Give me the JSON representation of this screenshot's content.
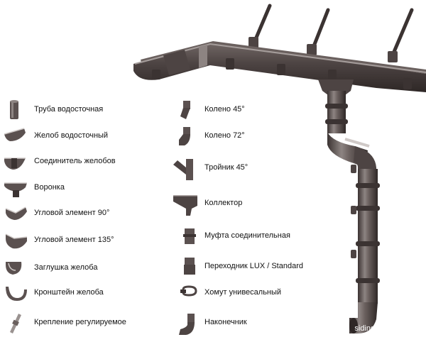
{
  "colors": {
    "pipe": "#5b5150",
    "pipe_dark": "#3b3332",
    "pipe_light": "#8d8482",
    "highlight": "#cfc9c7",
    "background": "#ffffff",
    "text": "#111111"
  },
  "legend_left": [
    {
      "icon": "downpipe-icon",
      "label": "Труба водосточная"
    },
    {
      "icon": "gutter-icon",
      "label": "Желоб водосточный"
    },
    {
      "icon": "gutter-connector-icon",
      "label": "Соединитель желобов"
    },
    {
      "icon": "funnel-icon",
      "label": "Воронка"
    },
    {
      "icon": "corner-90-icon",
      "label": "Угловой элемент 90°"
    },
    {
      "icon": "corner-135-icon",
      "label": "Угловой элемент 135°"
    },
    {
      "icon": "gutter-end-cap-icon",
      "label": "Заглушка желоба"
    },
    {
      "icon": "gutter-bracket-icon",
      "label": "Кронштейн желоба"
    },
    {
      "icon": "adjustable-mount-icon",
      "label": "Крепление регулируемое"
    }
  ],
  "legend_right": [
    {
      "icon": "elbow-45-icon",
      "label": "Колено 45°"
    },
    {
      "icon": "elbow-72-icon",
      "label": "Колено 72°"
    },
    {
      "icon": "tee-45-icon",
      "label": "Тройник 45°"
    },
    {
      "icon": "collector-icon",
      "label": "Коллектор"
    },
    {
      "icon": "coupling-icon",
      "label": "Муфта соединительная"
    },
    {
      "icon": "adapter-icon",
      "label": "Переходник LUX / Standard"
    },
    {
      "icon": "clamp-icon",
      "label": "Хомут унивесальный"
    },
    {
      "icon": "outlet-tip-icon",
      "label": "Наконечник"
    }
  ],
  "credit": "siding.promobud.ua"
}
